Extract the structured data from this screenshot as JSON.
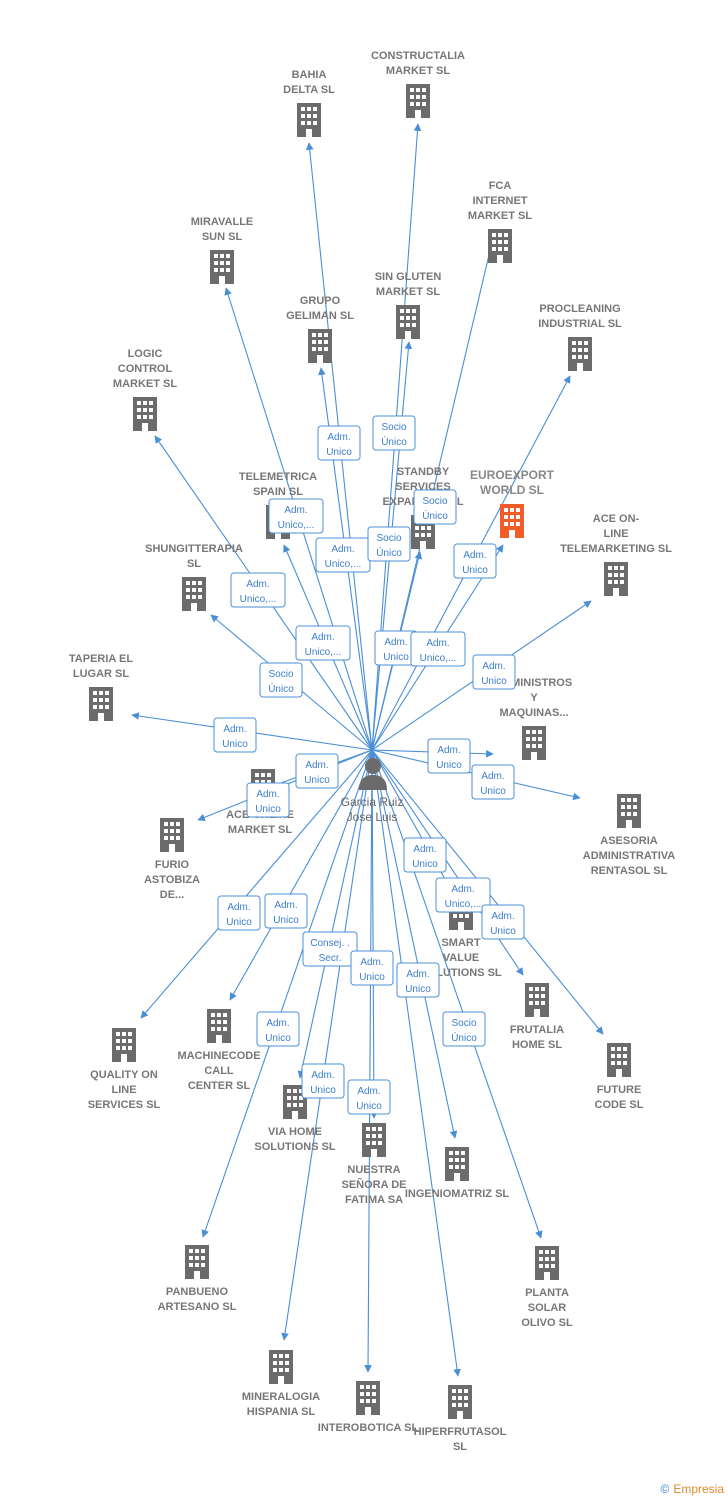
{
  "colors": {
    "edge": "#4a8fd6",
    "building": "#6b6b6b",
    "highlight": "#f25c28",
    "badge_text": "#3d7fcc"
  },
  "person": {
    "name": [
      "Garcia Ruiz",
      "Jose Luis"
    ]
  },
  "companies": [
    {
      "id": "bahia",
      "label": [
        "BAHIA",
        "DELTA SL"
      ]
    },
    {
      "id": "constructalia",
      "label": [
        "CONSTRUCTALIA",
        "MARKET  SL"
      ]
    },
    {
      "id": "fca",
      "label": [
        "FCA",
        "INTERNET",
        "MARKET  SL"
      ]
    },
    {
      "id": "miravalle",
      "label": [
        "MIRAVALLE",
        "SUN  SL"
      ]
    },
    {
      "id": "singluten",
      "label": [
        "SIN GLUTEN",
        "MARKET  SL"
      ]
    },
    {
      "id": "procleaning",
      "label": [
        "PROCLEANING",
        "INDUSTRIAL SL"
      ]
    },
    {
      "id": "geliman",
      "label": [
        "GRUPO",
        "GELIMAN  SL"
      ]
    },
    {
      "id": "logic",
      "label": [
        "LOGIC",
        "CONTROL",
        "MARKET  SL"
      ]
    },
    {
      "id": "telemetrica",
      "label": [
        "TELEMETRICA",
        "SPAIN  SL"
      ]
    },
    {
      "id": "standby",
      "label": [
        "STANDBY",
        "SERVICES",
        "EXPANSION SL"
      ]
    },
    {
      "id": "euroexport",
      "label": [
        "EUROEXPORT",
        "WORLD  SL"
      ],
      "highlight": true
    },
    {
      "id": "aceonline",
      "label": [
        "ACE ON-",
        "LINE",
        "TELEMARKETING SL"
      ]
    },
    {
      "id": "shungit",
      "label": [
        "SHUNGITTERAPIA",
        "SL"
      ]
    },
    {
      "id": "taperia",
      "label": [
        "TAPERIA EL",
        "LUGAR SL"
      ]
    },
    {
      "id": "suministros",
      "label": [
        "SUMINISTROS",
        "Y",
        "MAQUINAS..."
      ]
    },
    {
      "id": "aceonlinemk",
      "label": [
        "ACE ONLINE",
        "MARKET SL"
      ]
    },
    {
      "id": "furio",
      "label": [
        "FURIO",
        "ASTOBIZA",
        "DE..."
      ]
    },
    {
      "id": "asesoria",
      "label": [
        "ASESORIA",
        "ADMINISTRATIVA",
        "RENTASOL SL"
      ]
    },
    {
      "id": "smartvalue",
      "label": [
        "SMART",
        "VALUE",
        "SOLUTIONS SL"
      ]
    },
    {
      "id": "frutalia",
      "label": [
        "FRUTALIA",
        "HOME  SL"
      ]
    },
    {
      "id": "quality",
      "label": [
        "QUALITY ON",
        "LINE",
        "SERVICES  SL"
      ]
    },
    {
      "id": "machinecode",
      "label": [
        "MACHINECODE",
        "CALL",
        "CENTER  SL"
      ]
    },
    {
      "id": "future",
      "label": [
        "FUTURE",
        "CODE  SL"
      ]
    },
    {
      "id": "viahome",
      "label": [
        "VIA HOME",
        "SOLUTIONS SL"
      ]
    },
    {
      "id": "nuestra",
      "label": [
        "NUESTRA",
        "SEÑORA DE",
        "FATIMA SA"
      ]
    },
    {
      "id": "ingenio",
      "label": [
        "INGENIOMATRIZ SL"
      ]
    },
    {
      "id": "panbueno",
      "label": [
        "PANBUENO",
        "ARTESANO  SL"
      ]
    },
    {
      "id": "planta",
      "label": [
        "PLANTA",
        "SOLAR",
        "OLIVO SL"
      ]
    },
    {
      "id": "mineralogia",
      "label": [
        "MINERALOGIA",
        "HISPANIA  SL"
      ]
    },
    {
      "id": "interobotica",
      "label": [
        "INTEROBOTICA SL"
      ]
    },
    {
      "id": "hiperfrutasol",
      "label": [
        "HIPERFRUTASOL",
        "SL"
      ]
    }
  ],
  "badges": [
    {
      "lines": [
        "Adm.",
        "Unico"
      ]
    },
    {
      "lines": [
        "Socio",
        "Único"
      ]
    },
    {
      "lines": [
        "Adm.",
        "Unico,..."
      ]
    },
    {
      "lines": [
        "Socio",
        "Único"
      ]
    },
    {
      "lines": [
        "Adm.",
        "Unico,..."
      ]
    },
    {
      "lines": [
        "Socio",
        "Único"
      ]
    },
    {
      "lines": [
        "Adm.",
        "Unico"
      ]
    },
    {
      "lines": [
        "Adm.",
        "Unico,..."
      ]
    },
    {
      "lines": [
        "Adm.",
        "Unico,..."
      ]
    },
    {
      "lines": [
        "Adm.",
        "Unico"
      ]
    },
    {
      "lines": [
        "Adm.",
        "Unico,..."
      ]
    },
    {
      "lines": [
        "Socio",
        "Único"
      ]
    },
    {
      "lines": [
        "Adm.",
        "Unico"
      ]
    },
    {
      "lines": [
        "Adm.",
        "Unico"
      ]
    },
    {
      "lines": [
        "Adm.",
        "Unico"
      ]
    },
    {
      "lines": [
        "Adm.",
        "Unico"
      ]
    },
    {
      "lines": [
        "Adm.",
        "Unico"
      ]
    },
    {
      "lines": [
        "Adm.",
        "Unico"
      ]
    },
    {
      "lines": [
        "Adm.",
        "Unico"
      ]
    },
    {
      "lines": [
        "Adm.",
        "Unico,..."
      ]
    },
    {
      "lines": [
        "Adm.",
        "Unico"
      ]
    },
    {
      "lines": [
        "Adm.",
        "Unico"
      ]
    },
    {
      "lines": [
        "Adm.",
        "Unico"
      ]
    },
    {
      "lines": [
        "Consej. .",
        "Secr."
      ]
    },
    {
      "lines": [
        "Adm.",
        "Unico"
      ]
    },
    {
      "lines": [
        "Adm.",
        "Unico"
      ]
    },
    {
      "lines": [
        "Adm.",
        "Unico"
      ]
    },
    {
      "lines": [
        "Socio",
        "Único"
      ]
    },
    {
      "lines": [
        "Adm.",
        "Unico"
      ]
    },
    {
      "lines": [
        "Adm.",
        "Unico"
      ]
    }
  ],
  "footer": {
    "copyright": "©",
    "brand": "Empresia"
  }
}
